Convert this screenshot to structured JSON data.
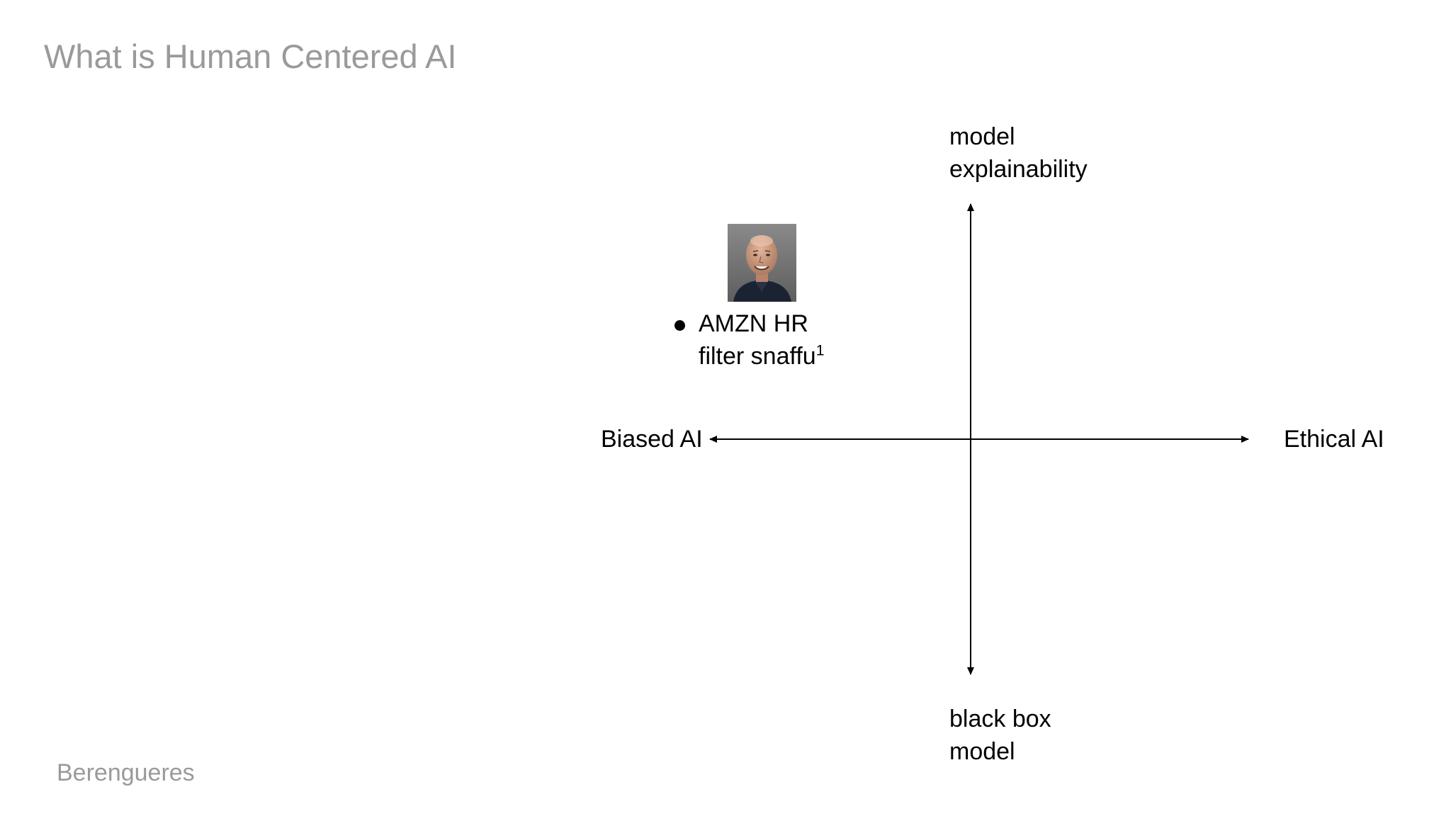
{
  "slide": {
    "title": "What is Human Centered AI",
    "footer": "Berengueres"
  },
  "axes": {
    "top": [
      "model",
      "explainability"
    ],
    "bottom": [
      "black box",
      "model"
    ],
    "left": "Biased AI",
    "right": "Ethical AI"
  },
  "points": [
    {
      "label_line1": "AMZN HR",
      "label_line2": "filter snaffu",
      "superscript": "1",
      "image": "portrait-photo"
    }
  ]
}
